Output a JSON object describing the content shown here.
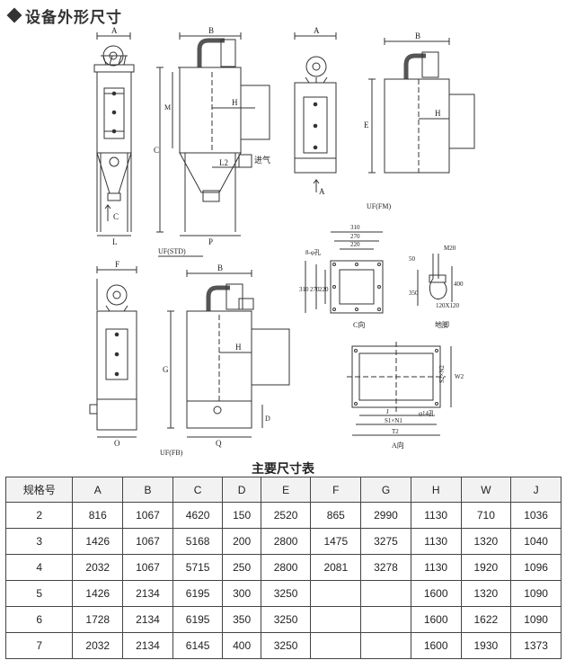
{
  "heading": {
    "title": "设备外形尺寸",
    "bullet_icon": "diamond-bullet-icon"
  },
  "drawing_labels": {
    "d1_A": "A",
    "d1_C": "C",
    "d1_L": "L",
    "d1_Carrow": "C",
    "d2_B": "B",
    "d2_M": "M",
    "d2_C": "C",
    "d2_H": "H",
    "d2_L2": "L2",
    "d2_inlet": "进气",
    "d2_P": "P",
    "d2_caption": "UF(STD)",
    "d3_A": "A",
    "d3_Aarrow": "A",
    "d4_B": "B",
    "d4_E": "E",
    "d4_H": "H",
    "d4_caption": "UF(FM)",
    "d5_d310": "310",
    "d5_d270": "270",
    "d5_d220": "220",
    "d5_holes": "8-φ孔",
    "d5_v310": "310",
    "d5_v270": "270",
    "d5_v220": "220",
    "d5_caption": "C向",
    "d6_M20": "M20",
    "d6_50": "50",
    "d6_350": "350",
    "d6_400": "400",
    "d6_base": "120X120",
    "d6_caption": "地脚",
    "d7_S2N2": "S2×N2",
    "d7_W2": "W2",
    "d7_J": "J",
    "d7_S1N1": "S1×N1",
    "d7_T2": "T2",
    "d7_hole": "φ14孔",
    "d7_caption": "A向",
    "d8_F": "F",
    "d8_O": "O",
    "d9_B": "B",
    "d9_G": "G",
    "d9_H": "H",
    "d9_D": "D",
    "d9_Q": "Q",
    "d9_caption": "UF(FB)"
  },
  "table": {
    "title": "主要尺寸表",
    "headers": [
      "规格号",
      "A",
      "B",
      "C",
      "D",
      "E",
      "F",
      "G",
      "H",
      "W",
      "J"
    ],
    "rows": [
      [
        "2",
        "816",
        "1067",
        "4620",
        "150",
        "2520",
        "865",
        "2990",
        "1130",
        "710",
        "1036"
      ],
      [
        "3",
        "1426",
        "1067",
        "5168",
        "200",
        "2800",
        "1475",
        "3275",
        "1130",
        "1320",
        "1040"
      ],
      [
        "4",
        "2032",
        "1067",
        "5715",
        "250",
        "2800",
        "2081",
        "3278",
        "1130",
        "1920",
        "1096"
      ],
      [
        "5",
        "1426",
        "2134",
        "6195",
        "300",
        "3250",
        "",
        "",
        "1600",
        "1320",
        "1090"
      ],
      [
        "6",
        "1728",
        "2134",
        "6195",
        "350",
        "3250",
        "",
        "",
        "1600",
        "1622",
        "1090"
      ],
      [
        "7",
        "2032",
        "2134",
        "6145",
        "400",
        "3250",
        "",
        "",
        "1600",
        "1930",
        "1373"
      ]
    ]
  }
}
